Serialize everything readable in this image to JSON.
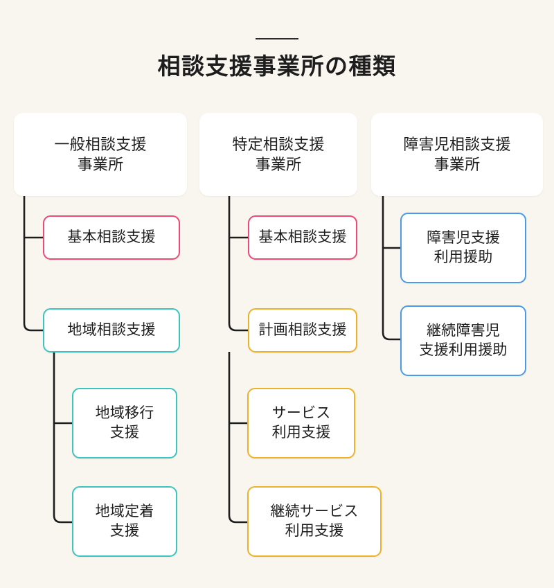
{
  "page": {
    "background_color": "#f9f6ef",
    "title": "相談支援事業所の種類",
    "divider": "horizontal-rule"
  },
  "palette": {
    "pink": "#ec4a78",
    "teal": "#3cc4c0",
    "amber": "#edb228",
    "blue": "#4a9ae6",
    "line": "#1d1d1d",
    "card": "#ffffff"
  },
  "chart_data": {
    "type": "diagram",
    "title": "相談支援事業所の種類",
    "columns": [
      {
        "header": "一般相談支援\n事業所",
        "children": [
          {
            "label": "基本相談支援",
            "color": "#ec4a78",
            "children": []
          },
          {
            "label": "地域相談支援",
            "color": "#3cc4c0",
            "children": [
              {
                "label": "地域移行\n支援",
                "color": "#3cc4c0"
              },
              {
                "label": "地域定着\n支援",
                "color": "#3cc4c0"
              }
            ]
          }
        ]
      },
      {
        "header": "特定相談支援\n事業所",
        "children": [
          {
            "label": "基本相談支援",
            "color": "#ec4a78",
            "children": []
          },
          {
            "label": "計画相談支援",
            "color": "#edb228",
            "children": [
              {
                "label": "サービス\n利用支援",
                "color": "#edb228"
              },
              {
                "label": "継続サービス\n利用支援",
                "color": "#edb228"
              }
            ]
          }
        ]
      },
      {
        "header": "障害児相談支援\n事業所",
        "children": [
          {
            "label": "障害児支援\n利用援助",
            "color": "#4a9ae6",
            "children": []
          },
          {
            "label": "継続障害児\n支援利用援助",
            "color": "#4a9ae6",
            "children": []
          }
        ]
      }
    ]
  },
  "nodes": {
    "col1": {
      "header": "一般相談支援\n事業所",
      "child1": "基本相談支援",
      "child2": "地域相談支援",
      "grandchild1": "地域移行\n支援",
      "grandchild2": "地域定着\n支援"
    },
    "col2": {
      "header": "特定相談支援\n事業所",
      "child1": "基本相談支援",
      "child2": "計画相談支援",
      "grandchild1": "サービス\n利用支援",
      "grandchild2": "継続サービス\n利用支援"
    },
    "col3": {
      "header": "障害児相談支援\n事業所",
      "child1": "障害児支援\n利用援助",
      "child2": "継続障害児\n支援利用援助"
    }
  }
}
